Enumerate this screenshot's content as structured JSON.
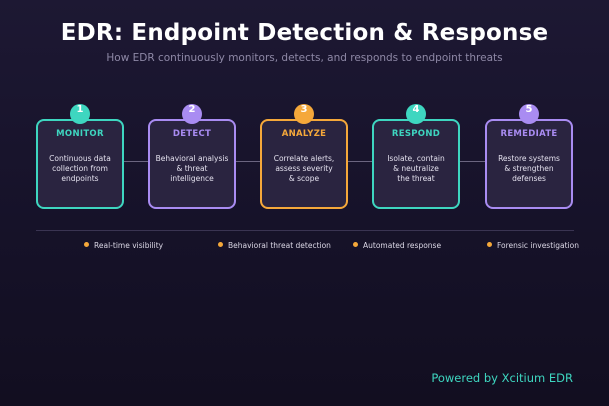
{
  "title": "EDR: Endpoint Detection & Response",
  "subtitle": "How EDR continuously monitors, detects, and responds to endpoint threats",
  "steps": [
    {
      "number": "1",
      "label": "MONITOR",
      "desc": [
        "Continuous data",
        "collection from",
        "endpoints"
      ],
      "color": "#3ed6c0"
    },
    {
      "number": "2",
      "label": "DETECT",
      "desc": [
        "Behavioral analysis",
        "& threat",
        "intelligence"
      ],
      "color": "#a98cf2"
    },
    {
      "number": "3",
      "label": "ANALYZE",
      "desc": [
        "Correlate alerts,",
        "assess severity",
        "& scope"
      ],
      "color": "#f5a83a"
    },
    {
      "number": "4",
      "label": "RESPOND",
      "desc": [
        "Isolate, contain",
        "& neutralize",
        "the threat"
      ],
      "color": "#3ed6c0"
    },
    {
      "number": "5",
      "label": "REMEDIATE",
      "desc": [
        "Restore systems",
        "& strengthen",
        "defenses"
      ],
      "color": "#a98cf2"
    }
  ],
  "features": [
    "Real-time visibility",
    "Behavioral threat detection",
    "Automated response",
    "Forensic investigation"
  ],
  "footer": "Powered by Xcitium EDR"
}
